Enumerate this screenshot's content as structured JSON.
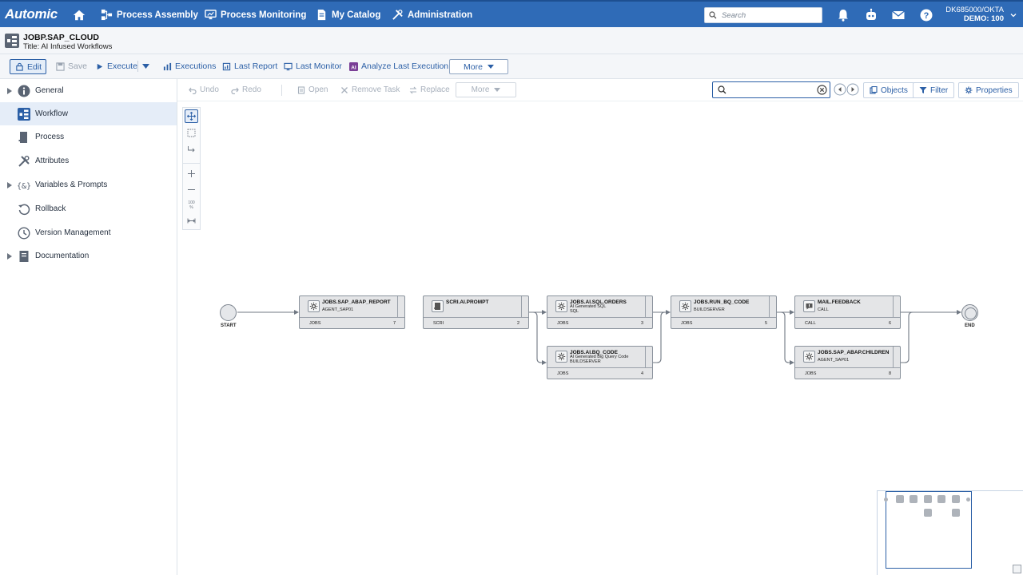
{
  "topnav": {
    "brand": "Automic",
    "items": [
      {
        "label": "Process Assembly"
      },
      {
        "label": "Process Monitoring"
      },
      {
        "label": "My Catalog"
      },
      {
        "label": "Administration"
      }
    ],
    "search_placeholder": "Search",
    "user_line1": "DK685000/OKTA",
    "user_line2": "DEMO: 100",
    "colors": {
      "bar": "#2f6bb7",
      "accent": "#2b5fa6"
    }
  },
  "object": {
    "name": "JOBP.SAP_CLOUD",
    "title": "Title: AI Infused Workflows"
  },
  "toolbar": {
    "edit": "Edit",
    "save": "Save",
    "execute": "Execute",
    "executions": "Executions",
    "last_report": "Last Report",
    "last_monitor": "Last Monitor",
    "analyze_last_execution": "Analyze Last Execution",
    "more": "More"
  },
  "sidebar": {
    "items": [
      {
        "label": "General",
        "icon": "info-icon"
      },
      {
        "label": "Workflow",
        "icon": "workflow-icon",
        "active": true
      },
      {
        "label": "Process",
        "icon": "process-icon"
      },
      {
        "label": "Attributes",
        "icon": "tools-icon"
      },
      {
        "label": "Variables & Prompts",
        "icon": "variables-icon"
      },
      {
        "label": "Rollback",
        "icon": "rollback-icon"
      },
      {
        "label": "Version Management",
        "icon": "clock-icon"
      },
      {
        "label": "Documentation",
        "icon": "document-icon"
      }
    ]
  },
  "canvas_toolbar": {
    "undo": "Undo",
    "redo": "Redo",
    "open": "Open",
    "remove_task": "Remove Task",
    "replace": "Replace",
    "more": "More",
    "search_value": "",
    "objects": "Objects",
    "filter": "Filter",
    "properties": "Properties"
  },
  "zoom_label": "100 %",
  "workflow": {
    "start": "START",
    "end": "END",
    "tasks": [
      {
        "name": "JOBS.SAP_ABAP_REPORT",
        "sub1": "AGENT_SAP01",
        "sub2": "",
        "type": "JOBS",
        "num": "7"
      },
      {
        "name": "SCRI.AI.PROMPT",
        "sub1": "",
        "sub2": "",
        "type": "SCRI",
        "num": "2"
      },
      {
        "name": "JOBS.AI.SQL.ORDERS",
        "sub1": "AI Generated SQL",
        "sub2": "SQL",
        "type": "JOBS",
        "num": "3"
      },
      {
        "name": "JOBS.AI.BQ_CODE",
        "sub1": "AI Generated Big Query Code",
        "sub2": "BUILDSERVER",
        "type": "JOBS",
        "num": "4"
      },
      {
        "name": "JOBS.RUN_BQ_CODE",
        "sub1": "BUILDSERVER",
        "sub2": "",
        "type": "JOBS",
        "num": "5"
      },
      {
        "name": "MAIL.FEEDBACK",
        "sub1": "CALL",
        "sub2": "",
        "type": "CALL",
        "num": "6"
      },
      {
        "name": "JOBS.SAP_ABAP.CHILDREN",
        "sub1": "AGENT_SAP01",
        "sub2": "",
        "type": "JOBS",
        "num": "8"
      }
    ]
  }
}
